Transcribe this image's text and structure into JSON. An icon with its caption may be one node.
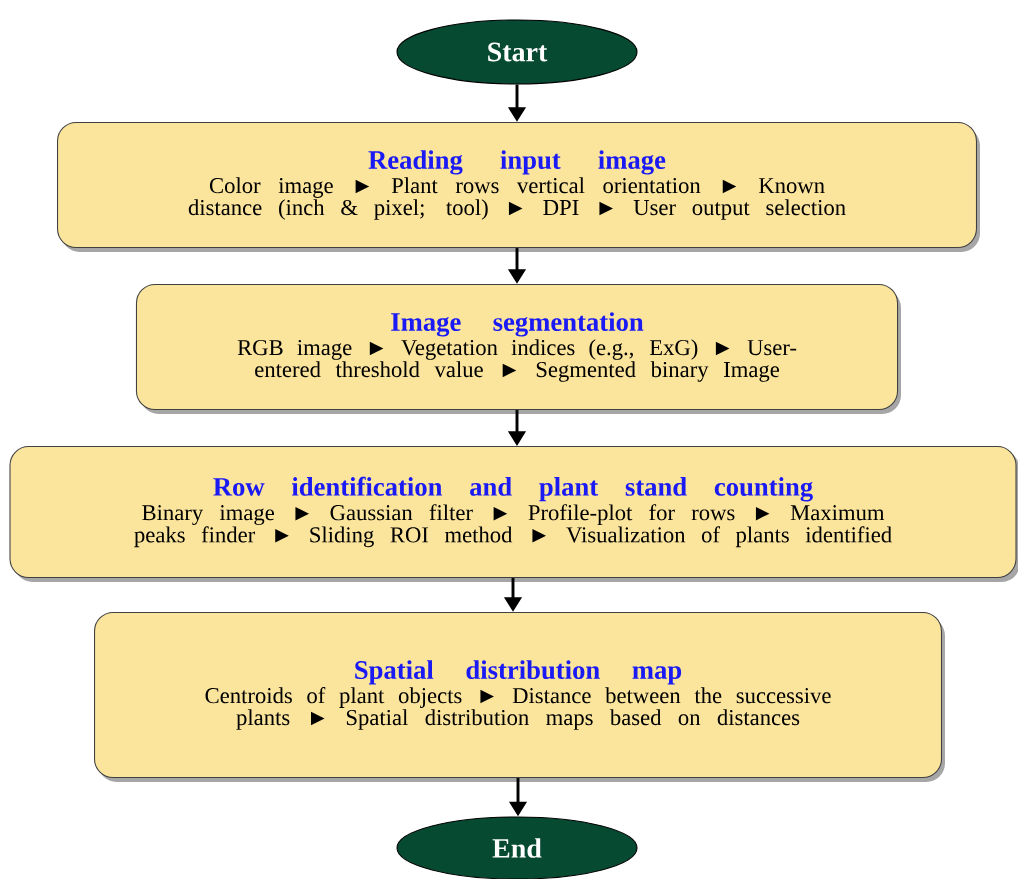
{
  "diagram": {
    "nodes": [
      {
        "text": [
          "Start"
        ]
      },
      {
        "text": [
          "Reading input image",
          "Color image ► Plant rows vertical orientation ► Known distance (inch & pixel; tool) ► DPI ► User output selection"
        ]
      },
      {
        "text": [
          "Image segmentation",
          "RGB image ► Vegetation indices (e.g., ExG) ► User-entered threshold value ► Segmented binary Image"
        ]
      },
      {
        "text": [
          "Row identification and plant stand counting",
          "Binary image ► Gaussian filter ► Profile-plot for rows ► Maximum peaks finder ► Sliding ROI method ► Visualization of plants identified"
        ]
      },
      {
        "text": [
          "Spatial distribution map",
          "Centroids of plant objects ► Distance between the successive plants ► Spatial distribution maps based on distances"
        ]
      },
      {
        "text": [
          "End"
        ]
      }
    ],
    "edges": [
      {
        "from": 0,
        "to": 1,
        "arrow": "to"
      },
      {
        "from": 1,
        "to": 2,
        "arrow": "to"
      },
      {
        "from": 2,
        "to": 3,
        "arrow": "to"
      },
      {
        "from": 3,
        "to": 4,
        "arrow": "to"
      },
      {
        "from": 4,
        "to": 5,
        "arrow": "to"
      }
    ]
  }
}
